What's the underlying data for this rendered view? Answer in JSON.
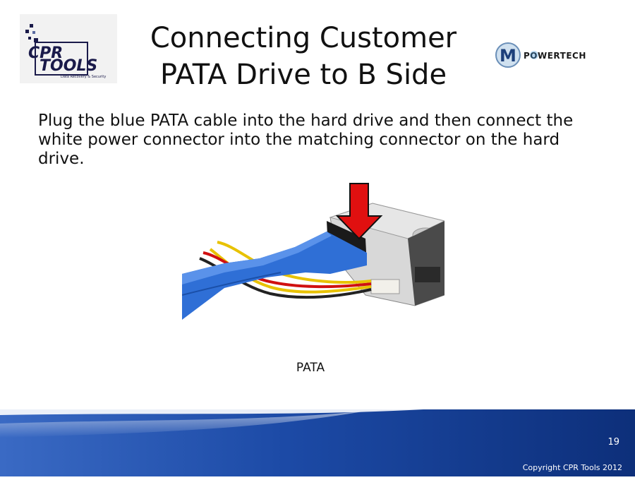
{
  "slide": {
    "title_line1": "Connecting Customer",
    "title_line2": "PATA Drive to B Side",
    "body": "Plug the blue PATA cable into the hard drive and then connect the white power connector into the matching connector on the hard drive.",
    "caption": "PATA",
    "page_number": "19",
    "copyright": "Copyright CPR Tools 2012"
  },
  "logos": {
    "left_brand": "CPR TOOLS",
    "left_tagline": "Data Recovery & Security",
    "right_brand": "POWERTECH"
  },
  "colors": {
    "footer_dark": "#0d2f7a",
    "footer_light": "#3a6ac4",
    "cable_blue": "#2f6fd6",
    "arrow_red": "#e01010"
  }
}
